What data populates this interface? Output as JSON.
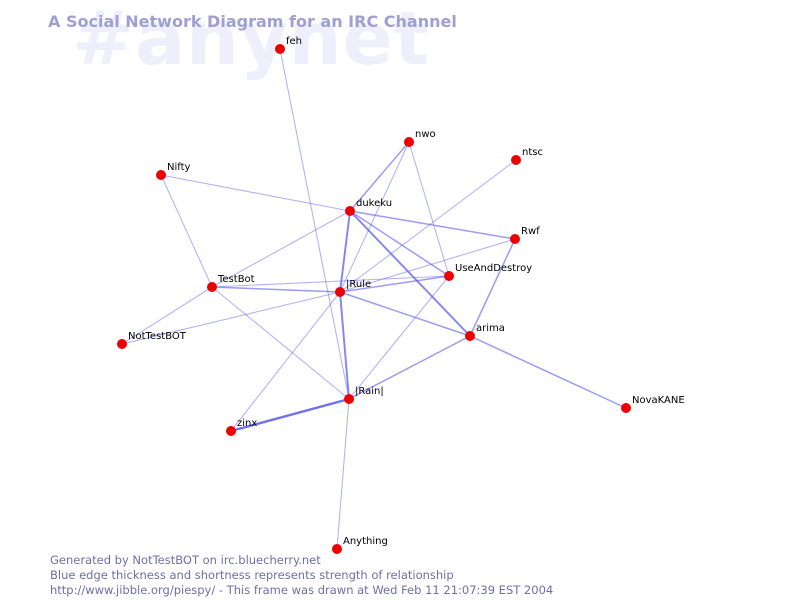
{
  "watermark": "#anynet",
  "title": "A Social Network Diagram for an IRC Channel",
  "colors": {
    "node": "#ee0000",
    "edge": "#5b5bf0",
    "title": "#9f9fd2",
    "footer": "#6f6fa6",
    "watermark": "#efeffc"
  },
  "nodes": [
    {
      "id": "feh",
      "label": "feh"
    },
    {
      "id": "nwo",
      "label": "nwo"
    },
    {
      "id": "ntsc",
      "label": "ntsc"
    },
    {
      "id": "Nifty",
      "label": "Nifty"
    },
    {
      "id": "dukeku",
      "label": "dukeku"
    },
    {
      "id": "Rwf",
      "label": "Rwf"
    },
    {
      "id": "UseAndDestroy",
      "label": "UseAndDestroy"
    },
    {
      "id": "TestBot",
      "label": "TestBot"
    },
    {
      "id": "Rule",
      "label": "|Rule"
    },
    {
      "id": "arima",
      "label": "arima"
    },
    {
      "id": "NotTestBOT",
      "label": "NotTestBOT"
    },
    {
      "id": "Rain",
      "label": "|Rain|"
    },
    {
      "id": "NovaKANE",
      "label": "NovaKANE"
    },
    {
      "id": "zinx",
      "label": "zinx"
    },
    {
      "id": "Anything",
      "label": "Anything"
    }
  ],
  "edges": [
    {
      "from": "feh",
      "to": "Rain",
      "weight": 1
    },
    {
      "from": "nwo",
      "to": "dukeku",
      "weight": 2
    },
    {
      "from": "nwo",
      "to": "Rule",
      "weight": 1
    },
    {
      "from": "nwo",
      "to": "UseAndDestroy",
      "weight": 1
    },
    {
      "from": "ntsc",
      "to": "Rule",
      "weight": 1
    },
    {
      "from": "Nifty",
      "to": "dukeku",
      "weight": 1
    },
    {
      "from": "Nifty",
      "to": "TestBot",
      "weight": 1
    },
    {
      "from": "dukeku",
      "to": "Rwf",
      "weight": 2
    },
    {
      "from": "dukeku",
      "to": "UseAndDestroy",
      "weight": 2
    },
    {
      "from": "dukeku",
      "to": "arima",
      "weight": 3
    },
    {
      "from": "dukeku",
      "to": "Rule",
      "weight": 3
    },
    {
      "from": "dukeku",
      "to": "TestBot",
      "weight": 1
    },
    {
      "from": "Rwf",
      "to": "Rule",
      "weight": 1
    },
    {
      "from": "Rwf",
      "to": "arima",
      "weight": 2
    },
    {
      "from": "UseAndDestroy",
      "to": "Rule",
      "weight": 2
    },
    {
      "from": "UseAndDestroy",
      "to": "TestBot",
      "weight": 1
    },
    {
      "from": "UseAndDestroy",
      "to": "Rain",
      "weight": 1
    },
    {
      "from": "TestBot",
      "to": "Rule",
      "weight": 2
    },
    {
      "from": "TestBot",
      "to": "NotTestBOT",
      "weight": 1
    },
    {
      "from": "TestBot",
      "to": "Rain",
      "weight": 1
    },
    {
      "from": "Rule",
      "to": "NotTestBOT",
      "weight": 1
    },
    {
      "from": "Rule",
      "to": "arima",
      "weight": 2
    },
    {
      "from": "Rule",
      "to": "Rain",
      "weight": 3
    },
    {
      "from": "Rule",
      "to": "zinx",
      "weight": 1
    },
    {
      "from": "arima",
      "to": "Rain",
      "weight": 2
    },
    {
      "from": "arima",
      "to": "NovaKANE",
      "weight": 2
    },
    {
      "from": "Rain",
      "to": "zinx",
      "weight": 4
    },
    {
      "from": "Rain",
      "to": "Anything",
      "weight": 1
    }
  ],
  "footer": {
    "line1": "Generated by NotTestBOT on irc.bluecherry.net",
    "line2": "Blue edge thickness and shortness represents strength of relationship",
    "line3": "http://www.jibble.org/piespy/ - This frame was drawn at Wed Feb 11 21:07:39 EST 2004"
  }
}
